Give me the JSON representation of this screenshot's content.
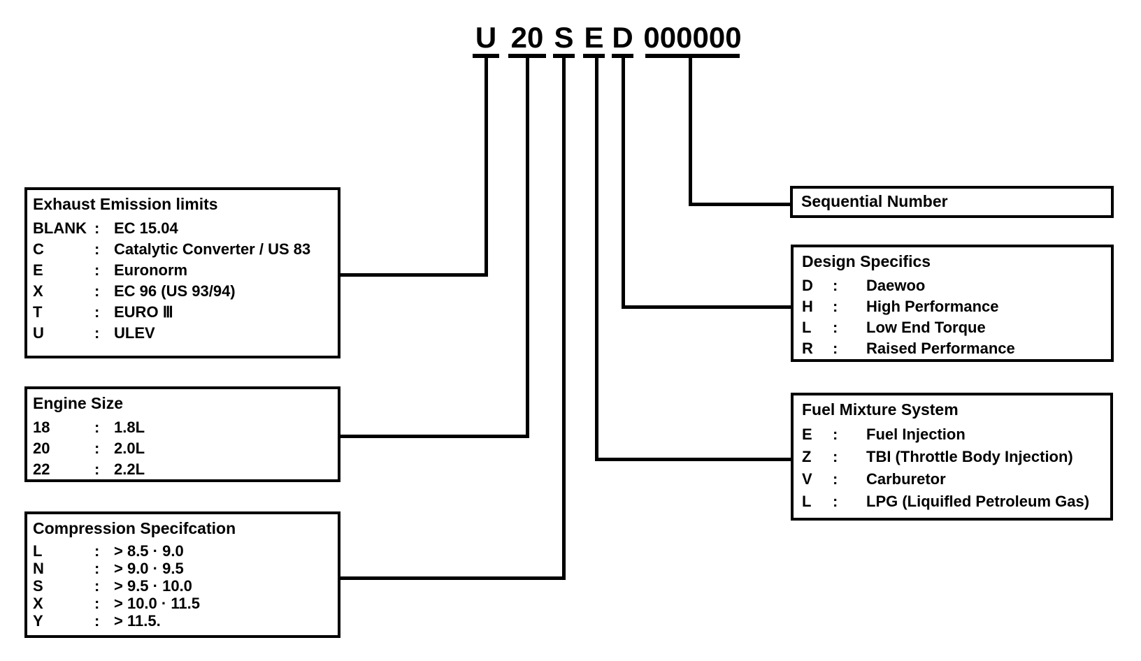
{
  "separator": ":",
  "code": {
    "segments": [
      {
        "char": "U"
      },
      {
        "char": "20"
      },
      {
        "char": "S"
      },
      {
        "char": "E"
      },
      {
        "char": "D"
      },
      {
        "char": "000000"
      }
    ]
  },
  "boxes": {
    "exhaust": {
      "title": "Exhaust Emission limits",
      "entries": [
        {
          "key": "BLANK",
          "value": "EC 15.04"
        },
        {
          "key": "C",
          "value": "Catalytic Converter / US 83"
        },
        {
          "key": "E",
          "value": "Euronorm"
        },
        {
          "key": "X",
          "value": "EC 96 (US 93/94)"
        },
        {
          "key": "T",
          "value": "EURO Ⅲ"
        },
        {
          "key": "U",
          "value": "ULEV"
        }
      ]
    },
    "engine": {
      "title": "Engine Size",
      "entries": [
        {
          "key": "18",
          "value": "1.8L"
        },
        {
          "key": "20",
          "value": "2.0L"
        },
        {
          "key": "22",
          "value": "2.2L"
        }
      ]
    },
    "compression": {
      "title": "Compression Specifcation",
      "entries": [
        {
          "key": "L",
          "value": "> 8.5 · 9.0"
        },
        {
          "key": "N",
          "value": "> 9.0 · 9.5"
        },
        {
          "key": "S",
          "value": "> 9.5 · 10.0"
        },
        {
          "key": "X",
          "value": "> 10.0 · 11.5"
        },
        {
          "key": "Y",
          "value": "> 11.5."
        }
      ]
    },
    "sequential": {
      "title": "Sequential Number"
    },
    "design": {
      "title": "Design Specifics",
      "entries": [
        {
          "key": "D",
          "value": "Daewoo"
        },
        {
          "key": "H",
          "value": "High Performance"
        },
        {
          "key": "L",
          "value": "Low End Torque"
        },
        {
          "key": "R",
          "value": "Raised Performance"
        }
      ]
    },
    "fuel": {
      "title": "Fuel Mixture System",
      "entries": [
        {
          "key": "E",
          "value": "Fuel Injection"
        },
        {
          "key": "Z",
          "value": "TBI (Throttle Body Injection)"
        },
        {
          "key": "V",
          "value": "Carburetor"
        },
        {
          "key": "L",
          "value": "LPG (Liquifled Petroleum Gas)"
        }
      ]
    }
  }
}
